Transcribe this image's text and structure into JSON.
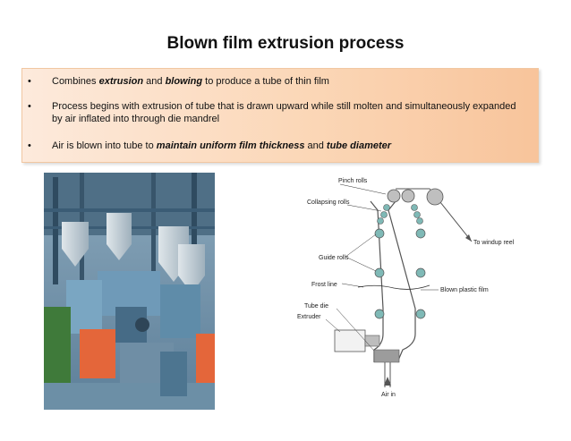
{
  "slide": {
    "title": "Blown film extrusion process"
  },
  "bullets": [
    {
      "marker": "•",
      "parts": [
        {
          "text": "Combines ",
          "style": "normal"
        },
        {
          "text": "extrusion",
          "style": "bold-italic"
        },
        {
          "text": " and ",
          "style": "normal"
        },
        {
          "text": "blowing",
          "style": "bold-italic"
        },
        {
          "text": " to produce a tube of thin film",
          "style": "normal"
        }
      ]
    },
    {
      "marker": "•",
      "parts": [
        {
          "text": "Process begins with extrusion of tube that is drawn upward while still molten and simultaneously expanded by air inflated into through die mandrel",
          "style": "normal"
        }
      ]
    },
    {
      "marker": "•",
      "parts": [
        {
          "text": "Air is blown into tube to ",
          "style": "normal"
        },
        {
          "text": "maintain uniform film thickness",
          "style": "bold-italic"
        },
        {
          "text": " and ",
          "style": "normal"
        },
        {
          "text": "tube diameter",
          "style": "bold-italic"
        }
      ]
    }
  ],
  "diagram": {
    "labels": {
      "pinch_rolls": "Pinch rolls",
      "collapsing_rolls": "Collapsing rolls",
      "to_windup_reel": "To windup reel",
      "guide_rolls": "Guide rolls",
      "frost_line": "Frost line",
      "blown_plastic_film": "Blown plastic film",
      "tube_die": "Tube die",
      "extruder": "Extruder",
      "air_in": "Air in"
    }
  },
  "colors": {
    "box_gradient_start": "#fdeadc",
    "box_gradient_end": "#f8c49b",
    "roll_fill": "#7fb9b6",
    "pinch_roll_fill": "#bfbfbf"
  }
}
